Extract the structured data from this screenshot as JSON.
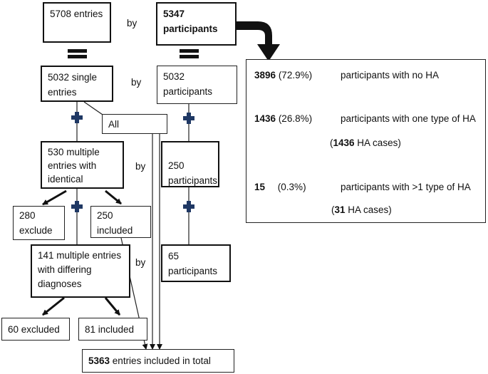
{
  "boxes": {
    "entries_5708": "5708 entries",
    "participants_5347": "5347 participants",
    "single_5032": "5032 single entries",
    "participants_5032": "5032 participants",
    "all": "All",
    "multiple_530": "530 multiple entries with identical",
    "participants_250": "250 participants",
    "exclude_280": "280 exclude",
    "included_250": "250 included",
    "multiple_141": "141 multiple entries with differing diagnoses",
    "participants_65": "65 participants",
    "excluded_60": "60 excluded",
    "included_81": "81 included",
    "total": {
      "bold": "5363",
      "rest": " entries included in total"
    }
  },
  "by_label": "by",
  "summary": {
    "row1": {
      "count": "3896",
      "pct": "(72.9%)",
      "desc": "participants with no HA"
    },
    "row2": {
      "count": "1436",
      "pct": "(26.8%)",
      "desc": "participants with one type of HA",
      "cases_open": "(",
      "cases_bold": "1436",
      "cases_rest": " HA cases)"
    },
    "row3": {
      "count": "15",
      "pct": "(0.3%)",
      "desc": "participants with >1 type of HA",
      "cases_open": "(",
      "cases_bold": "31",
      "cases_rest": " HA cases)"
    }
  },
  "colors": {
    "plus": "#1f3864",
    "line": "#222222"
  }
}
